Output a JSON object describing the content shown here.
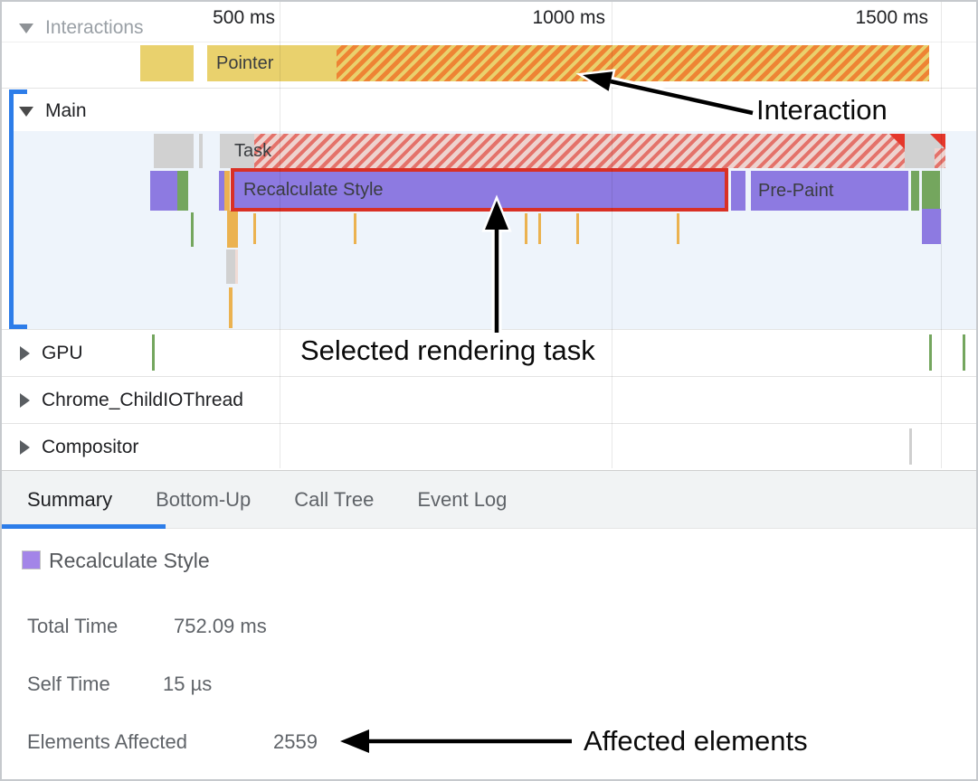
{
  "colors": {
    "purple": "#8d7ae1",
    "purple-swatch": "#a385e8",
    "green": "#74a65e",
    "yellow": "#e9d16d",
    "orange-stripe": "#ee8434",
    "orange-tick": "#ebb250",
    "task-gray": "#d1d1d1",
    "task-stripe-bg": "#eed3cf",
    "task-stripe": "#e4726a",
    "selection-red": "#d93025",
    "longtask-red": "#e5372b",
    "accent-blue": "#2d7de9",
    "main-bg": "#eef4fb",
    "text-dark": "#202124",
    "text-gray": "#5f6368",
    "tabbar-bg": "#f1f3f4"
  },
  "ruler": {
    "ticks": [
      "500 ms",
      "1000 ms",
      "1500 ms"
    ]
  },
  "tracks": {
    "interactions": {
      "label": "Interactions",
      "pointer": "Pointer"
    },
    "main": {
      "label": "Main",
      "task": "Task",
      "selected": "Recalculate Style",
      "prepaint": "Pre-Paint"
    },
    "gpu": {
      "label": "GPU"
    },
    "childio": {
      "label": "Chrome_ChildIOThread"
    },
    "compositor": {
      "label": "Compositor"
    }
  },
  "annotations": {
    "interaction": "Interaction",
    "selected_task": "Selected rendering task",
    "affected": "Affected elements"
  },
  "tabs": {
    "summary": "Summary",
    "bottom_up": "Bottom-Up",
    "call_tree": "Call Tree",
    "event_log": "Event Log"
  },
  "summary": {
    "title": "Recalculate Style",
    "total_time_label": "Total Time",
    "total_time": "752.09 ms",
    "self_time_label": "Self Time",
    "self_time": "15 µs",
    "elements_label": "Elements Affected",
    "elements": "2559"
  }
}
